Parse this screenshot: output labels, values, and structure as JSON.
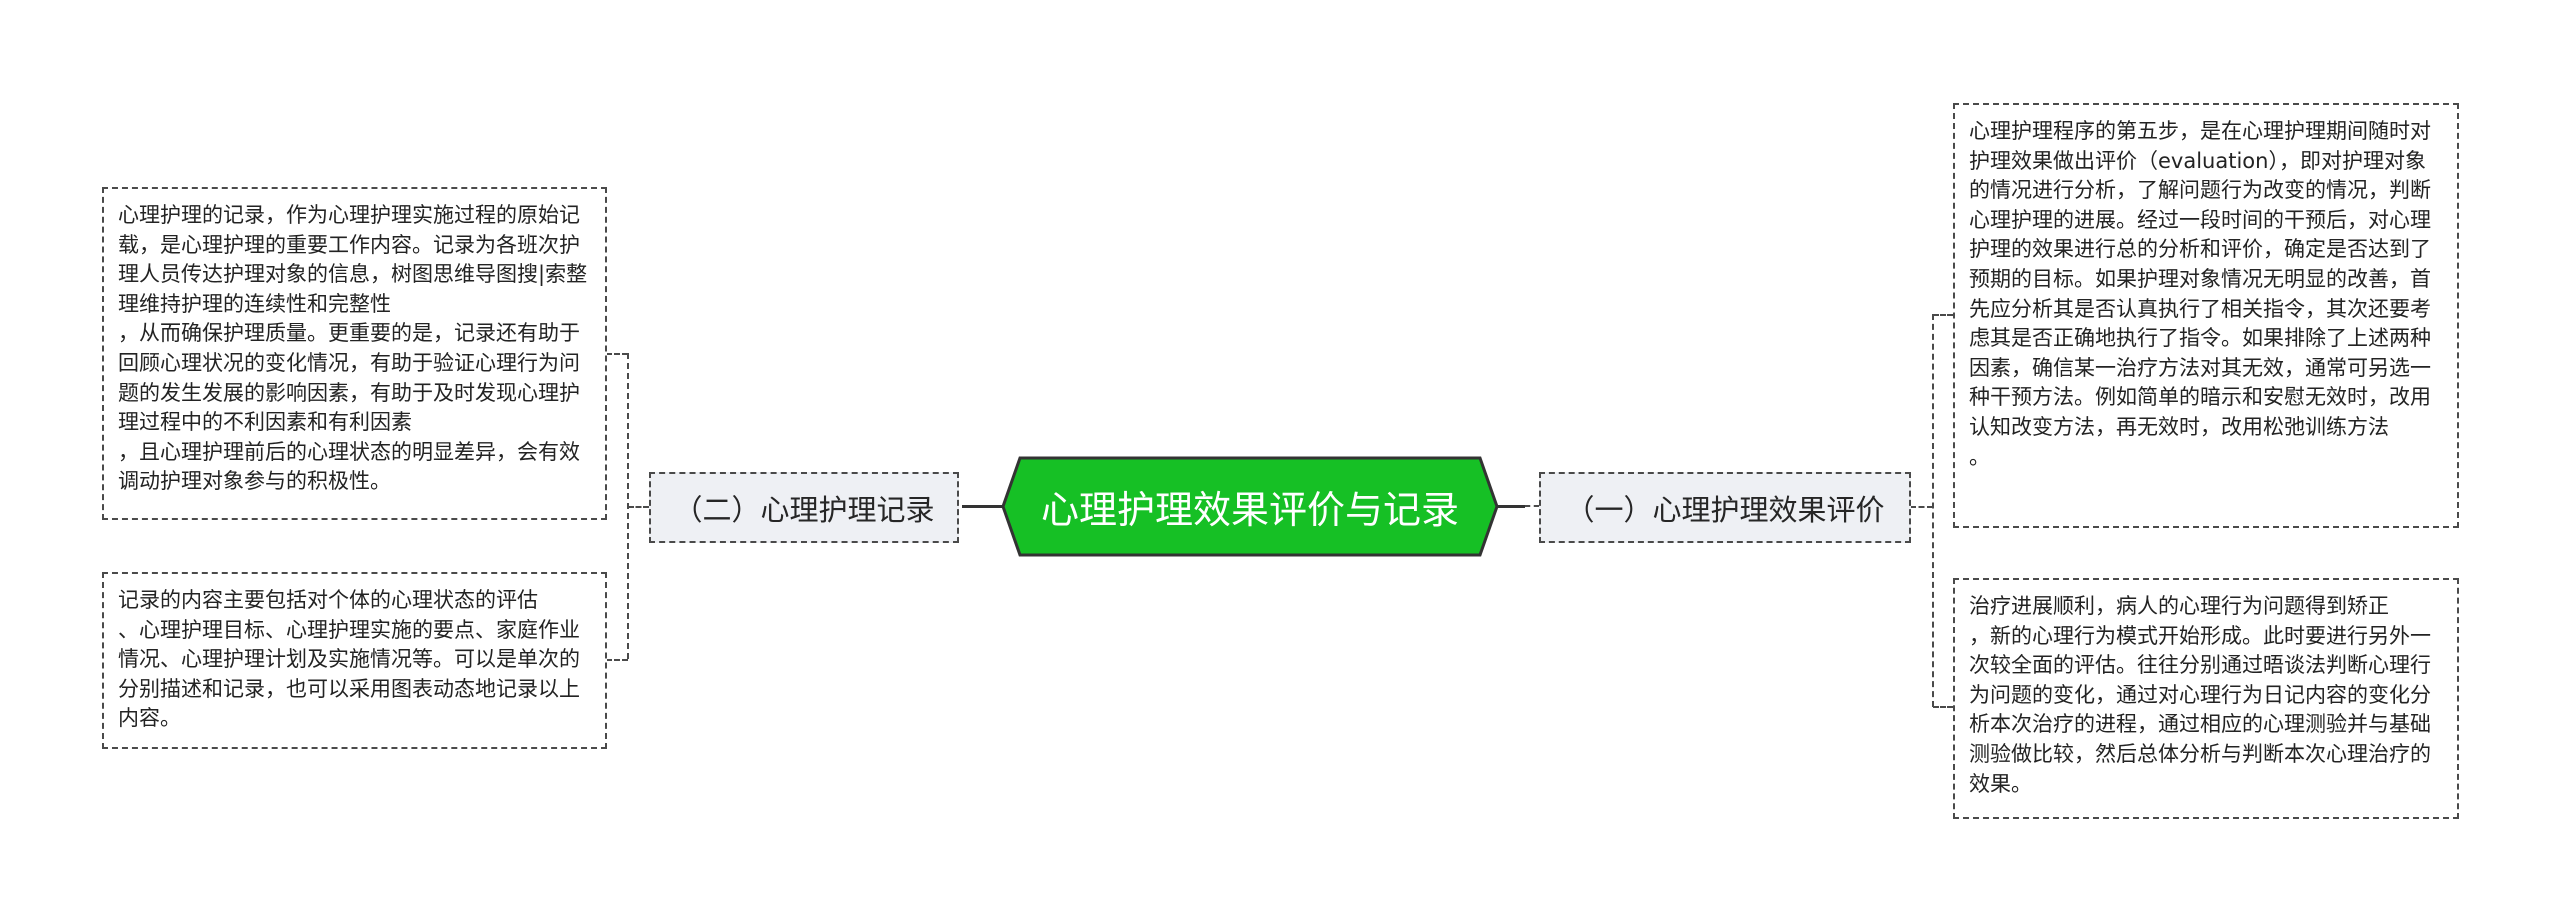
{
  "central_topic": {
    "label": "心理护理效果评价与记录",
    "fill_color": "#16c025",
    "border_color": "#333333"
  },
  "branches": {
    "left": {
      "label": "（二）心理护理记录",
      "children": [
        "心理护理的记录，作为心理护理实施过程的原始记载，是心理护理的重要工作内容。记录为各班次护理人员传达护理对象的信息，树图思维导图搜|索整理维持护理的连续性和完整性\n，从而确保护理质量。更重要的是，记录还有助于回顾心理状况的变化情况，有助于验证心理行为问题的发生发展的影响因素，有助于及时发现心理护理过程中的不利因素和有利因素\n，且心理护理前后的心理状态的明显差异，会有效调动护理对象参与的积极性。",
        "记录的内容主要包括对个体的心理状态的评估\n、心理护理目标、心理护理实施的要点、家庭作业情况、心理护理计划及实施情况等。可以是单次的分别描述和记录，也可以采用图表动态地记录以上内容。"
      ]
    },
    "right": {
      "label": "（一）心理护理效果评价",
      "children": [
        "心理护理程序的第五步，是在心理护理期间随时对护理效果做出评价（evaluation），即对护理对象的情况进行分析，了解问题行为改变的情况，判断心理护理的进展。经过一段时间的干预后，对心理护理的效果进行总的分析和评价，确定是否达到了预期的目标。如果护理对象情况无明显的改善，首先应分析其是否认真执行了相关指令，其次还要考虑其是否正确地执行了指令。如果排除了上述两种因素，确信某一治疗方法对其无效，通常可另选一种干预方法。例如简单的暗示和安慰无效时，改用认知改变方法，再无效时，改用松弛训练方法\n。",
        "治疗进展顺利，病人的心理行为问题得到矫正\n，新的心理行为模式开始形成。此时要进行另外一次较全面的评估。往往分别通过晤谈法判断心理行为问题的变化，通过对心理行为日记内容的变化分析本次治疗的进程，通过相应的心理测验并与基础测验做比较，然后总体分析与判断本次心理治疗的效果。"
      ]
    }
  },
  "colors": {
    "branch_fill": "#eef0f4",
    "connector": "#333333",
    "leaf_border": "#4a4a4a"
  }
}
